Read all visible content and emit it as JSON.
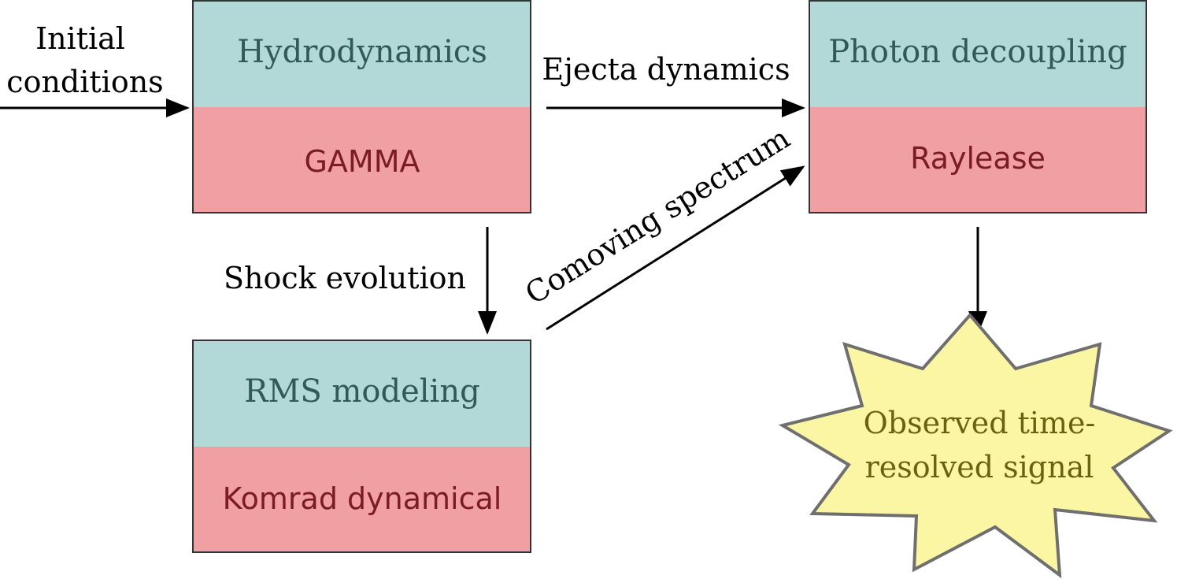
{
  "input": {
    "line1": "Initial",
    "line2": "conditions"
  },
  "boxes": {
    "hydro": {
      "title": "Hydrodynamics",
      "code": "GAMMA"
    },
    "photon": {
      "title": "Photon decoupling",
      "code": "Raylease"
    },
    "rms": {
      "title": "RMS modeling",
      "code": "Komrad dynamical"
    }
  },
  "edges": {
    "ejecta": "Ejecta dynamics",
    "shock": "Shock evolution",
    "comoving": "Comoving spectrum"
  },
  "output": {
    "line1": "Observed time-",
    "line2": "resolved signal"
  },
  "colors": {
    "top_fill": "#b2d9d8",
    "bottom_fill": "#f0a0a3",
    "title_text": "#2f5a58",
    "code_text": "#7a1c22",
    "star_fill": "#fbf6a3",
    "star_stroke": "#6f6f6f",
    "star_text": "#6b6210",
    "arrow": "#000000"
  }
}
